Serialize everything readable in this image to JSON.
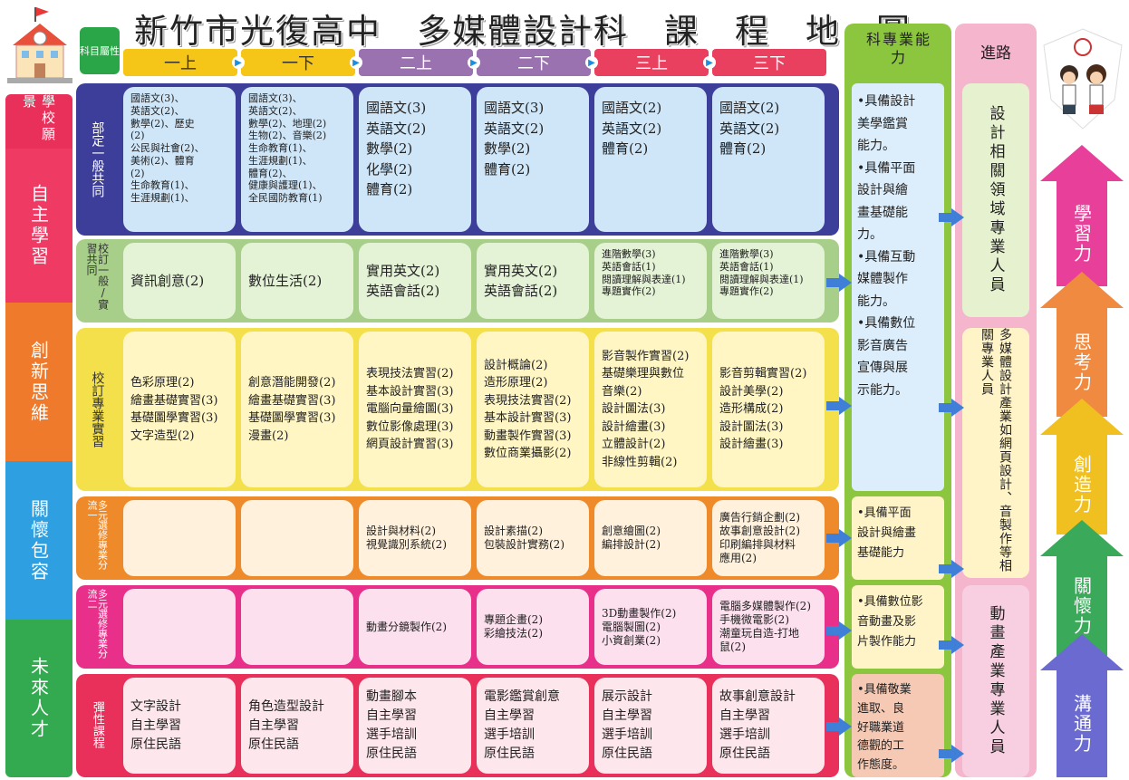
{
  "title": "新竹市光復高中　多媒體設計科　課　程　地　圖",
  "left_bar": [
    {
      "label": "學校願景",
      "color": "#e8305a"
    },
    {
      "label": "自主學習",
      "color": "#ef3a64"
    },
    {
      "label": "創新思維",
      "color": "#f07a2c"
    },
    {
      "label": "關懷包容",
      "color": "#2e9fe0"
    },
    {
      "label": "未來人才",
      "color": "#33a950"
    }
  ],
  "attr_label": "科目屬性",
  "grades": [
    {
      "label": "一上",
      "color": "#f5c518"
    },
    {
      "label": "一下",
      "color": "#f5c518"
    },
    {
      "label": "二上",
      "color": "#9b72b0"
    },
    {
      "label": "二下",
      "color": "#9b72b0"
    },
    {
      "label": "三上",
      "color": "#e8405e"
    },
    {
      "label": "三下",
      "color": "#e8405e"
    }
  ],
  "rows": [
    {
      "label": "部定一般共同",
      "band": "#3d3d9a",
      "cellbg": "#cfe6f8",
      "cells": [
        [
          "國語文(3)、",
          "英語文(2)、",
          "數學(2)、歷史",
          "(2)",
          "公民與社會(2)、",
          "美術(2)、體育",
          "(2)",
          "生命教育(1)、",
          "生涯規劃(1)、"
        ],
        [
          "國語文(3)、",
          "英語文(2)、",
          "數學(2)、地理(2)",
          "生物(2)、音樂(2)",
          "生命教育(1)、",
          "生涯規劃(1)、",
          "體育(2)、",
          "健康與護理(1)、",
          "全民國防教育(1)"
        ],
        [
          "國語文(3)",
          "英語文(2)",
          "數學(2)",
          "化學(2)",
          "體育(2)"
        ],
        [
          "國語文(3)",
          "英語文(2)",
          "數學(2)",
          "體育(2)"
        ],
        [
          "國語文(2)",
          "英語文(2)",
          "體育(2)"
        ],
        [
          "國語文(2)",
          "英語文(2)",
          "體育(2)"
        ]
      ]
    },
    {
      "label": "校訂一般/實習共同",
      "band": "#a8cf8a",
      "cellbg": "#e4f2d6",
      "cells": [
        [
          "資訊創意(2)"
        ],
        [
          "數位生活(2)"
        ],
        [
          "實用英文(2)",
          "英語會話(2)"
        ],
        [
          "實用英文(2)",
          "英語會話(2)"
        ],
        [
          "進階數學(3)",
          "英語會話(1)",
          "閱讀理解與表達(1)",
          "專題實作(2)"
        ],
        [
          "進階數學(3)",
          "英語會話(1)",
          "閱讀理解與表達(1)",
          "專題實作(2)"
        ]
      ]
    },
    {
      "label": "校訂專業實習",
      "band": "#f3e04a",
      "cellbg": "#fff6c4",
      "cells": [
        [
          "色彩原理(2)",
          "繪畫基礎實習(3)",
          "基礎圖學實習(3)",
          "文字造型(2)"
        ],
        [
          "創意潛能開發(2)",
          "繪畫基礎實習(3)",
          "基礎圖學實習(3)",
          "漫畫(2)"
        ],
        [
          "表現技法實習(2)",
          "基本設計實習(3)",
          "電腦向量繪圖(3)",
          "數位影像處理(3)",
          "網頁設計實習(3)"
        ],
        [
          "設計概論(2)",
          "造形原理(2)",
          "表現技法實習(2)",
          "基本設計實習(3)",
          "動畫製作實習(3)",
          "數位商業攝影(2)"
        ],
        [
          "影音製作實習(2)",
          "基礎樂理與數位",
          "音樂(2)",
          "設計圖法(3)",
          "設計繪畫(3)",
          "立體設計(2)",
          "非線性剪輯(2)"
        ],
        [
          "影音剪輯實習(2)",
          "設計美學(2)",
          "造形構成(2)",
          "設計圖法(3)",
          "設計繪畫(3)"
        ]
      ]
    },
    {
      "label": "多元選修專業分流一",
      "band": "#ee8a2a",
      "cellbg": "#fff1dc",
      "cells": [
        [],
        [],
        [
          "設計與材料(2)",
          "視覺識別系統(2)"
        ],
        [
          "設計素描(2)",
          "包裝設計實務(2)"
        ],
        [
          "創意繪圖(2)",
          "編排設計(2)"
        ],
        [
          "廣告行銷企劃(2)",
          "故事創意設計(2)",
          "印刷編排與材料",
          "應用(2)"
        ]
      ]
    },
    {
      "label": "多元選修專業分流二",
      "band": "#e8308a",
      "cellbg": "#fde0ee",
      "cells": [
        [],
        [],
        [
          "動畫分鏡製作(2)"
        ],
        [
          "專題企畫(2)",
          "彩繪技法(2)"
        ],
        [
          "3D動畫製作(2)",
          "電腦製圖(2)",
          "小資創業(2)"
        ],
        [
          "電腦多媒體製作(2)",
          "手機微電影(2)",
          "潮童玩自造-打地",
          "鼠(2)"
        ]
      ]
    },
    {
      "label": "彈性課程",
      "band": "#e8305a",
      "cellbg": "#fde6ec",
      "cells": [
        [
          "文字設計",
          "自主學習",
          "原住民語"
        ],
        [
          "角色造型設計",
          "自主學習",
          "原住民語"
        ],
        [
          "動畫腳本",
          "自主學習",
          "選手培訓",
          "原住民語"
        ],
        [
          "電影鑑賞創意",
          "自主學習",
          "選手培訓",
          "原住民語"
        ],
        [
          "展示設計",
          "自主學習",
          "選手培訓",
          "原住民語"
        ],
        [
          "故事創意設計",
          "自主學習",
          "選手培訓",
          "原住民語"
        ]
      ]
    }
  ],
  "ability_header": "科專業能　力",
  "abilities": [
    {
      "lines": [
        "•具備設計",
        "美學鑑賞",
        "能力。",
        "•具備平面",
        "設計與繪",
        "畫基礎能",
        "力。",
        "•具備互動",
        "媒體製作",
        "能力。",
        "•具備數位",
        "影音廣告",
        "宣傳與展",
        "示能力。"
      ],
      "bg": "#dcedfb"
    },
    {
      "lines": [
        "•具備平面",
        "設計與繪畫",
        "基礎能力"
      ],
      "bg": "#fff3c8"
    },
    {
      "lines": [
        "•具備數位影",
        "音動畫及影",
        "片製作能力"
      ],
      "bg": "#fff3c8"
    },
    {
      "lines": [
        "•具備敬業",
        "進取、良",
        "好職業道",
        "德觀的工",
        "作態度。"
      ],
      "bg": "#f5c9b4"
    }
  ],
  "path_header": "進路",
  "outcomes": [
    {
      "text": "設計相關領域專業人員",
      "bg": "#e6f2cf"
    },
    {
      "text": "多媒體設計產業如網頁設計、音製作等相關專業人員",
      "bg": "#fff3c8"
    },
    {
      "text": "動畫產業專業人員",
      "bg": "#f8cfe0"
    }
  ],
  "competencies": [
    {
      "label": "學習力",
      "color": "#e8409a"
    },
    {
      "label": "思考力",
      "color": "#f08a40"
    },
    {
      "label": "創造力",
      "color": "#f0c020"
    },
    {
      "label": "關懷力",
      "color": "#3aaa5a"
    },
    {
      "label": "溝通力",
      "color": "#6a6ad0"
    }
  ]
}
